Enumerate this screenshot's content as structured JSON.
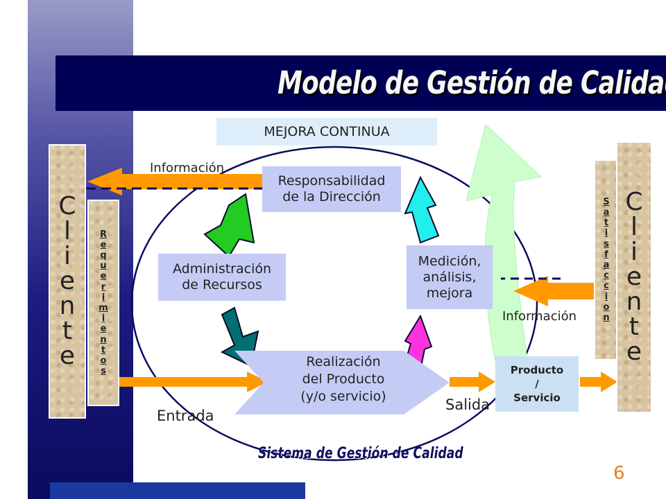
{
  "title": "Modelo de Gestión de Calidad",
  "mejora": "MEJORA CONTINUA",
  "boxes": {
    "responsabilidad": [
      "Responsabilidad",
      "de la Dirección"
    ],
    "administracion": [
      "Administración",
      "de Recursos"
    ],
    "medicion": [
      "Medición,",
      "análisis,",
      "mejora"
    ],
    "realizacion": [
      "Realización",
      "del Producto",
      "(y/o servicio)"
    ],
    "producto": [
      "Producto",
      "/",
      "Servicio"
    ]
  },
  "cliente_left": "Cliente",
  "cliente_right": "Cliente",
  "requerimientos": "Requerimientos",
  "satisfaccion": "Satisfaccion",
  "labels": {
    "info_left": "Información",
    "info_right": "Información",
    "entrada": "Entrada",
    "salida": "Salida"
  },
  "sistema": "Sistema de Gestión de Calidad",
  "page_number": "6",
  "colors": {
    "title_bar": "#000055",
    "arrow_orange": "#ff9900",
    "arrow_green": "#22cc22",
    "arrow_teal": "#007070",
    "arrow_cyan": "#22eeee",
    "arrow_magenta": "#ff33dd",
    "arrow_mint": "#ccffcc"
  }
}
